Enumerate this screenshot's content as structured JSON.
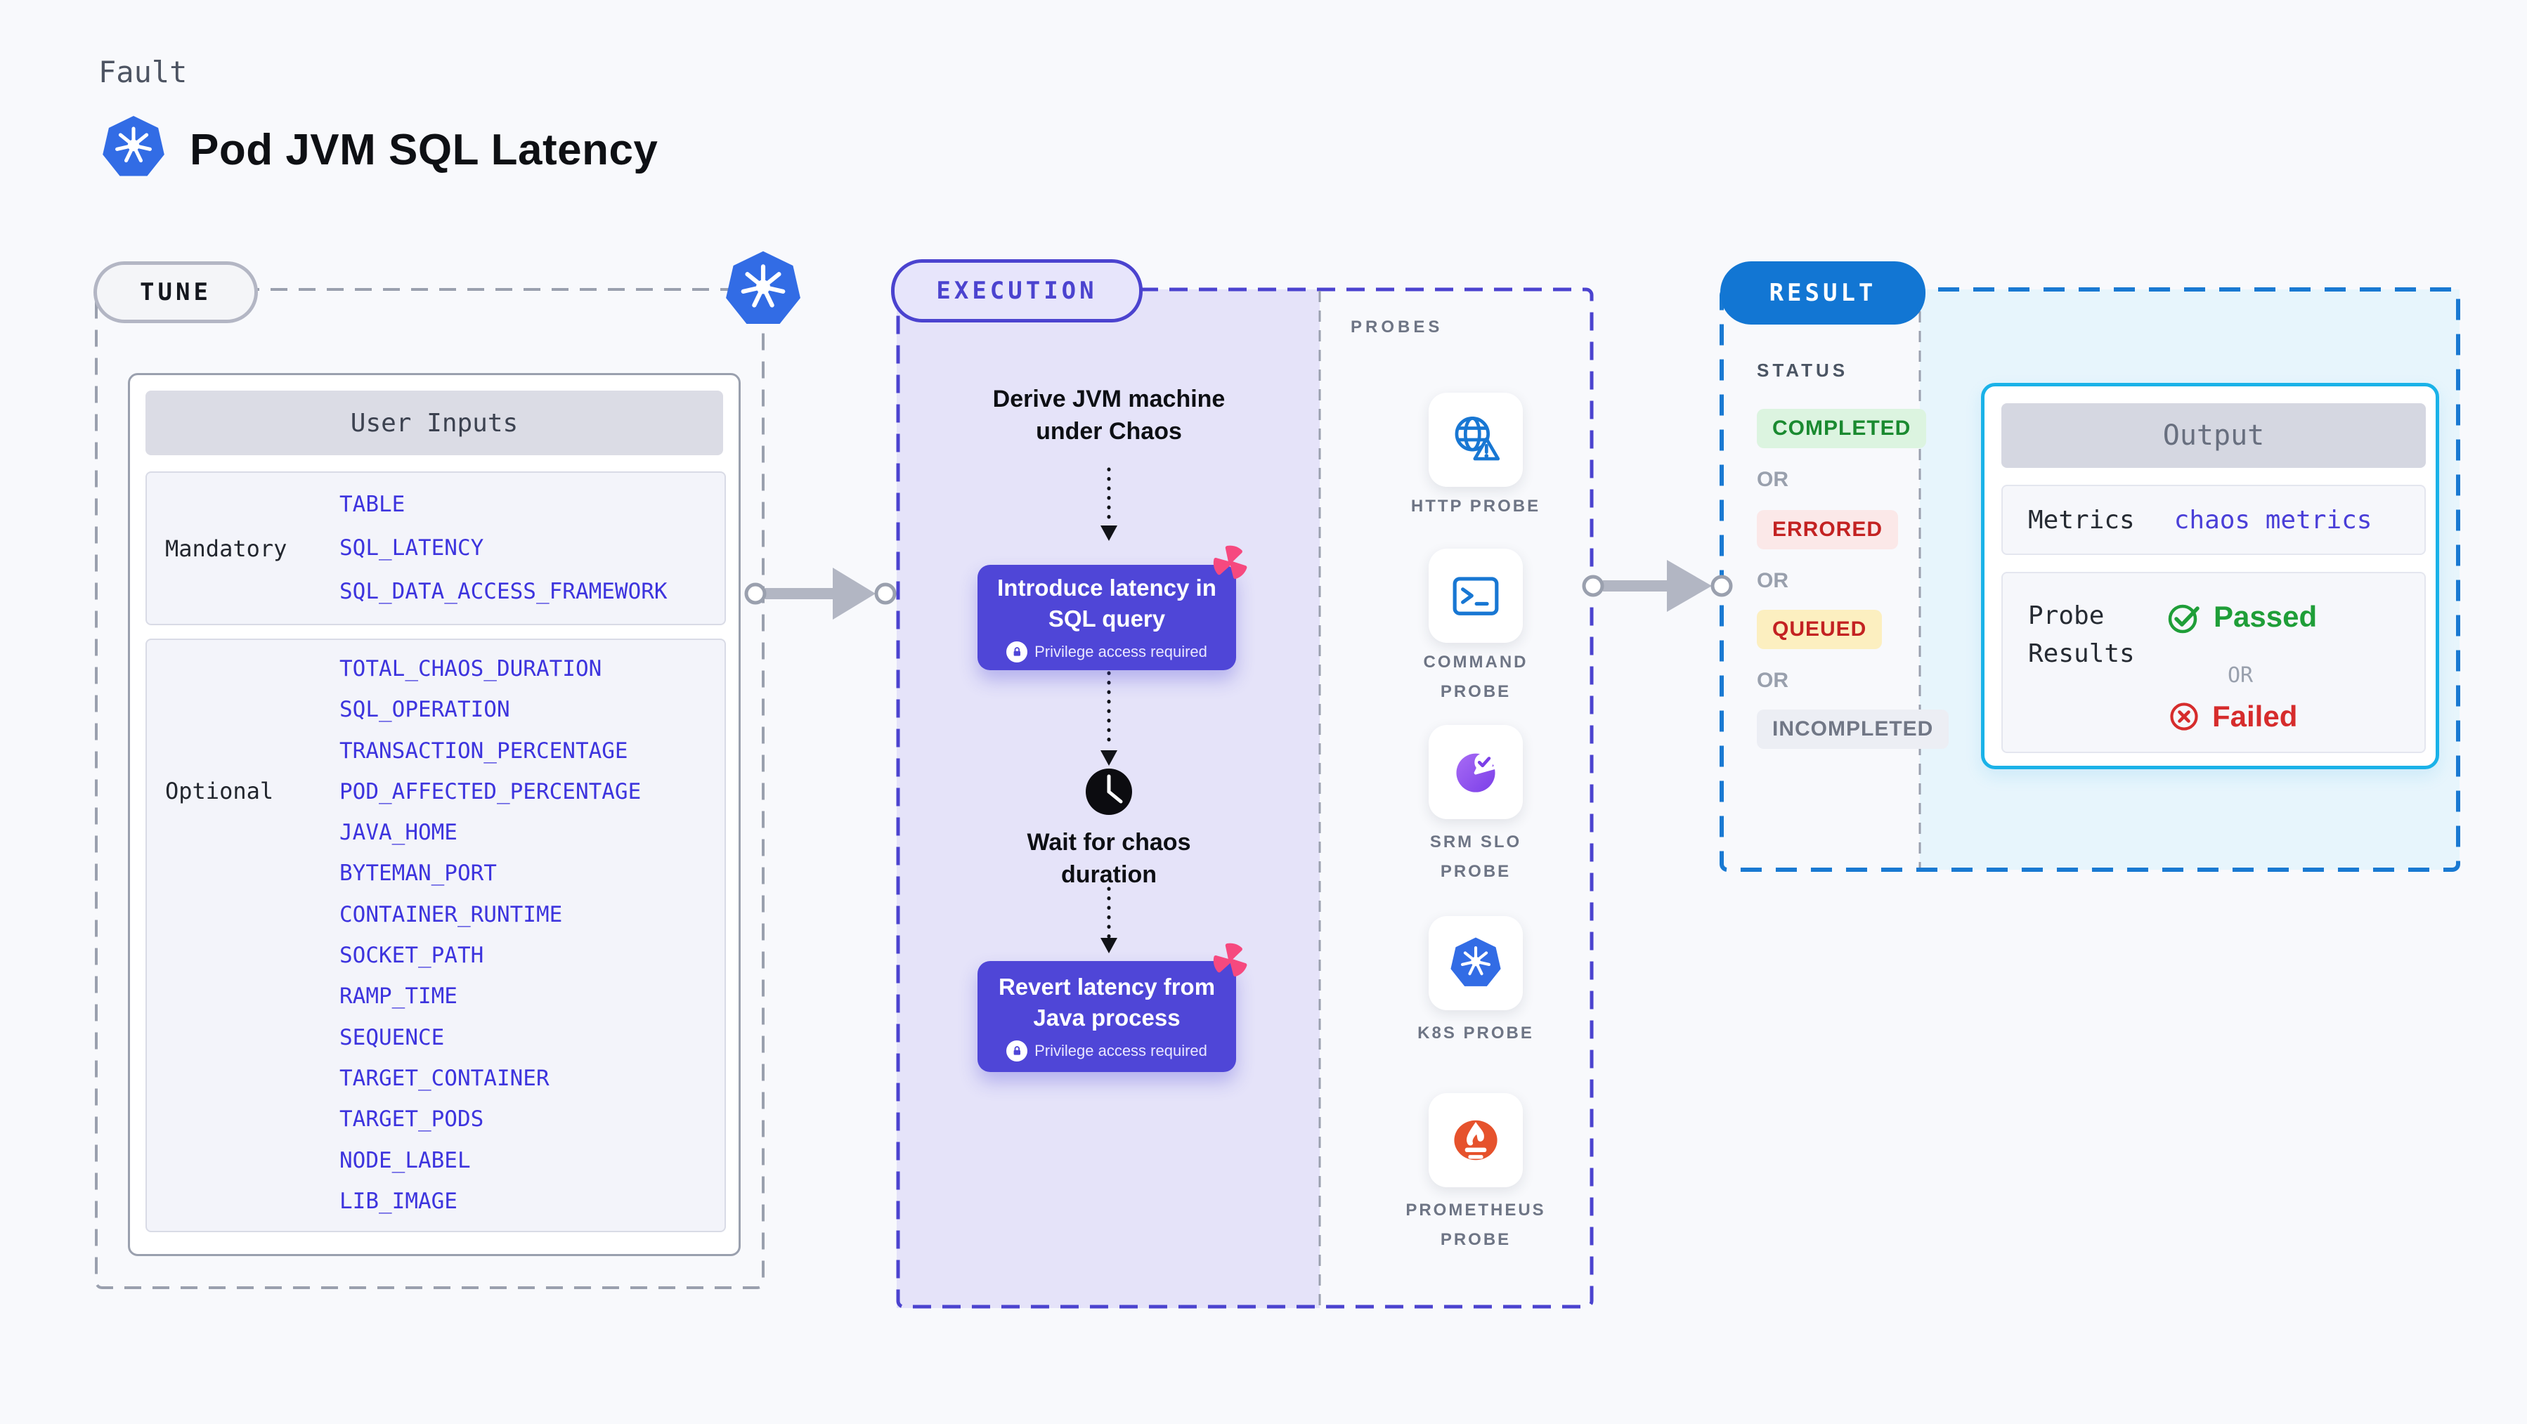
{
  "header": {
    "kicker": "Fault",
    "title": "Pod JVM SQL Latency"
  },
  "tune": {
    "label": "TUNE",
    "inputs_title": "User Inputs",
    "mandatory_label": "Mandatory",
    "mandatory_params": [
      "TABLE",
      "SQL_LATENCY",
      "SQL_DATA_ACCESS_FRAMEWORK"
    ],
    "optional_label": "Optional",
    "optional_params": [
      "TOTAL_CHAOS_DURATION",
      "SQL_OPERATION",
      "TRANSACTION_PERCENTAGE",
      "POD_AFFECTED_PERCENTAGE",
      "JAVA_HOME",
      "BYTEMAN_PORT",
      "CONTAINER_RUNTIME",
      "SOCKET_PATH",
      "RAMP_TIME",
      "SEQUENCE",
      "TARGET_CONTAINER",
      "TARGET_PODS",
      "NODE_LABEL",
      "LIB_IMAGE"
    ]
  },
  "execution": {
    "label": "EXECUTION",
    "step_derive": "Derive JVM machine under Chaos",
    "step_inject": "Introduce latency in SQL query",
    "step_wait": "Wait for chaos duration",
    "step_revert": "Revert latency from Java process",
    "privilege_note": "Privilege access required"
  },
  "probes": {
    "label": "PROBES",
    "items": [
      {
        "label": "HTTP PROBE",
        "icon": "globe-alert-icon"
      },
      {
        "label": "COMMAND PROBE",
        "icon": "terminal-icon"
      },
      {
        "label": "SRM SLO PROBE",
        "icon": "slo-pie-check-icon"
      },
      {
        "label": "K8S PROBE",
        "icon": "kubernetes-icon"
      },
      {
        "label": "PROMETHEUS PROBE",
        "icon": "prometheus-flame-icon"
      }
    ]
  },
  "result": {
    "label": "RESULT",
    "status_label": "STATUS",
    "or": "OR",
    "badges": [
      {
        "text": "COMPLETED",
        "type": "success"
      },
      {
        "text": "ERRORED",
        "type": "error"
      },
      {
        "text": "QUEUED",
        "type": "warn"
      },
      {
        "text": "INCOMPLETED",
        "type": "muted"
      }
    ],
    "output": {
      "title": "Output",
      "metrics_label": "Metrics",
      "metrics_value": "chaos metrics",
      "probe_results_label": "Probe Results",
      "passed": "Passed",
      "or": "OR",
      "failed": "Failed"
    }
  },
  "colors": {
    "accent_indigo": "#4f46d7",
    "accent_blue": "#1276d3",
    "accent_cyan": "#1ab2e8",
    "param_blue": "#3d34de",
    "success_green": "#1f9e38",
    "error_red": "#d62c2c",
    "pink": "#f6497f",
    "k8s_blue": "#326ce5",
    "prometheus_orange": "#e6522c"
  }
}
